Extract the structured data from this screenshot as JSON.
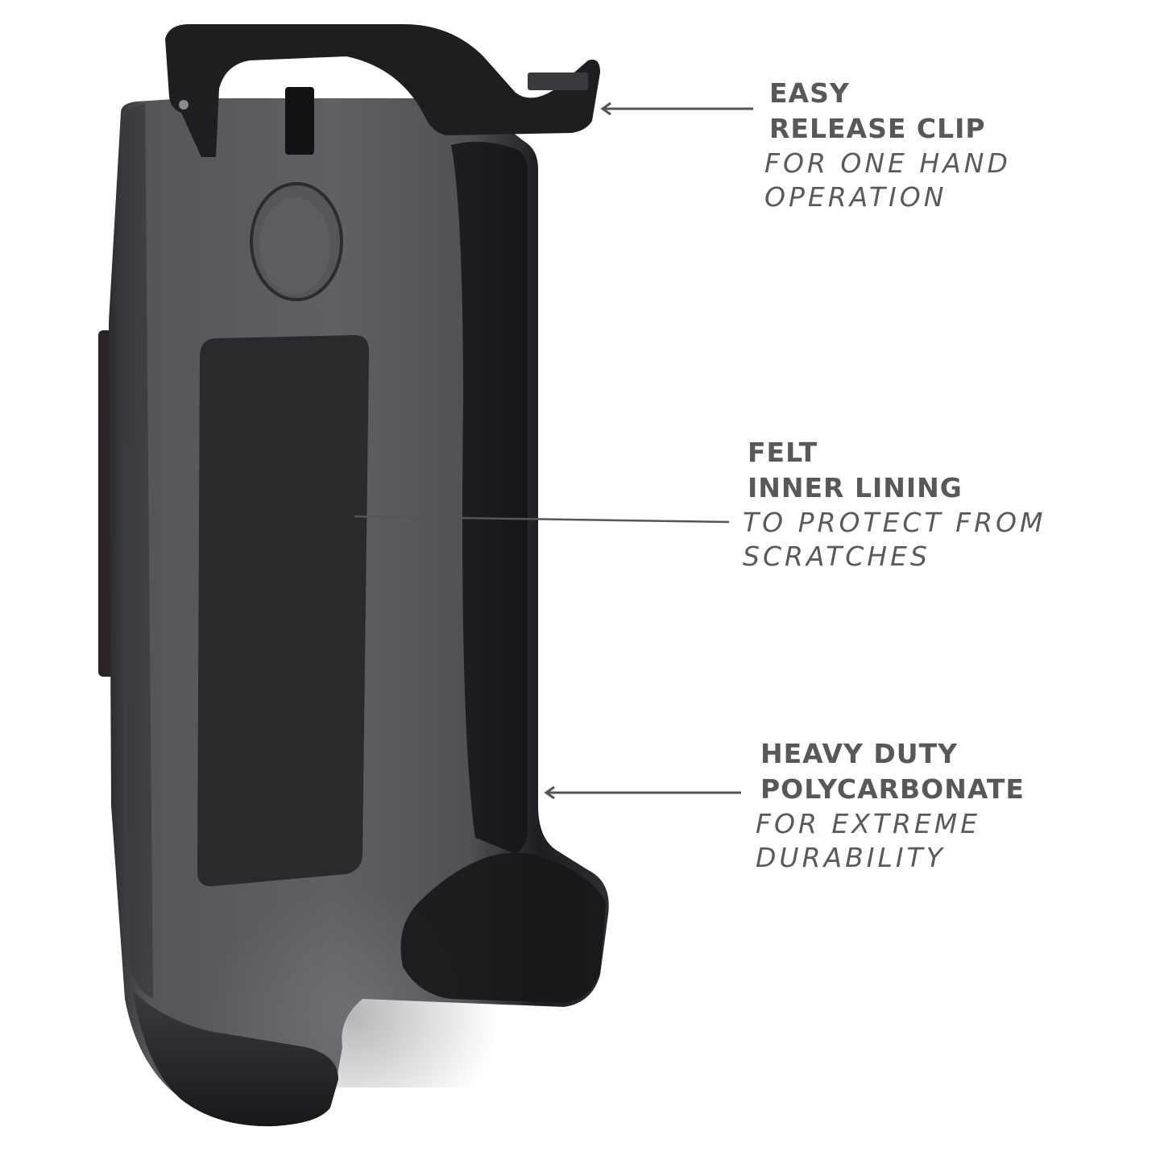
{
  "product": {
    "name": "belt-clip-holster",
    "colors": {
      "shell": "#4a4b4f",
      "shell_light": "#6b6c70",
      "shell_dark": "#1c1c20",
      "felt": "#2a2a2d",
      "clip": "#1e1e21",
      "callout_text": "#58585a",
      "leader_line": "#555557"
    }
  },
  "callouts": [
    {
      "title_lines": [
        "EASY",
        "RELEASE CLIP"
      ],
      "sub_lines": [
        "FOR ONE HAND",
        "OPERATION"
      ],
      "pointer": "arrow-left",
      "target": "release-clip"
    },
    {
      "title_lines": [
        "FELT",
        "INNER LINING"
      ],
      "sub_lines": [
        "TO PROTECT FROM",
        "SCRATCHES"
      ],
      "pointer": "line",
      "target": "felt-lining"
    },
    {
      "title_lines": [
        "HEAVY DUTY",
        "POLYCARBONATE"
      ],
      "sub_lines": [
        "FOR EXTREME",
        "DURABILITY"
      ],
      "pointer": "arrow-left",
      "target": "holster-shell"
    }
  ]
}
